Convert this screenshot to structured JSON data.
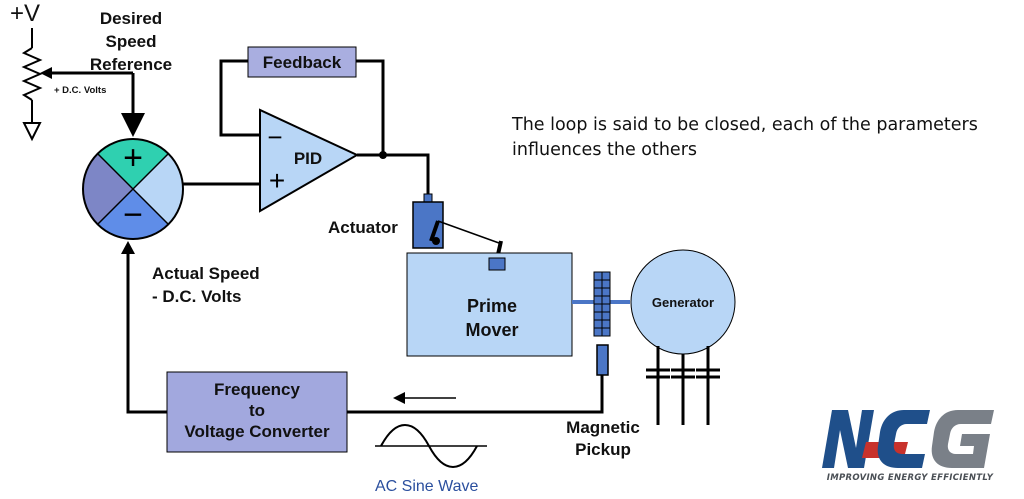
{
  "diagram": {
    "supply_label": "+V",
    "desired_speed_label": "Desired\nSpeed\nReference",
    "dc_volts_label": "+ D.C. Volts",
    "feedback_label": "Feedback",
    "pid_label": "PID",
    "pid_minus": "−",
    "pid_plus": "+",
    "summing_plus": "+",
    "summing_minus": "−",
    "actuator_label": "Actuator",
    "actual_speed_label": "Actual Speed\n- D.C. Volts",
    "prime_mover_label": "Prime\nMover",
    "generator_label": "Generator",
    "fv_converter_label": "Frequency\nto\nVoltage Converter",
    "magnetic_pickup_label": "Magnetic\nPickup",
    "ac_sine_wave_label": "AC Sine Wave"
  },
  "caption": "The loop is said to be closed, each of the parameters influences the others",
  "logo": {
    "letters": "NCG",
    "tagline": "IMPROVING ENERGY EFFICIENTLY"
  },
  "colors": {
    "box_fill": "#b8d6f6",
    "feedback_fill": "#a9aee0",
    "converter_fill": "#a2a8de",
    "actuator_fill": "#4b76c6",
    "quad_top": "#2fd0b0",
    "quad_right": "#b8d6f6",
    "quad_bottom": "#5f8de8",
    "quad_left": "#7d86c6",
    "wave_label": "#2b4f9e",
    "logo_blue": "#1f4f8a",
    "logo_red": "#c8322c",
    "logo_gray": "#7a8088"
  }
}
